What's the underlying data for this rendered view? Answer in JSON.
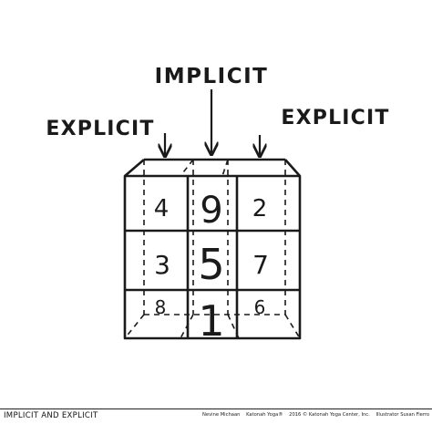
{
  "labels": {
    "top": "IMPLICIT",
    "left": "EXPLICIT",
    "right": "EXPLICIT"
  },
  "grid": {
    "rows": [
      [
        "4",
        "9",
        "2"
      ],
      [
        "3",
        "5",
        "7"
      ],
      [
        "8",
        "1",
        "6"
      ]
    ]
  },
  "caption": {
    "title": "IMPLICIT AND EXPLICIT",
    "author": "Nevine Michaan",
    "trademark": "Katonah Yoga®",
    "copyright": "2016 © Katonah Yoga Center, Inc.",
    "illustrator": "Illustrator Susan Fierro"
  },
  "colors": {
    "ink": "#1a1a1a",
    "background": "#ffffff"
  }
}
